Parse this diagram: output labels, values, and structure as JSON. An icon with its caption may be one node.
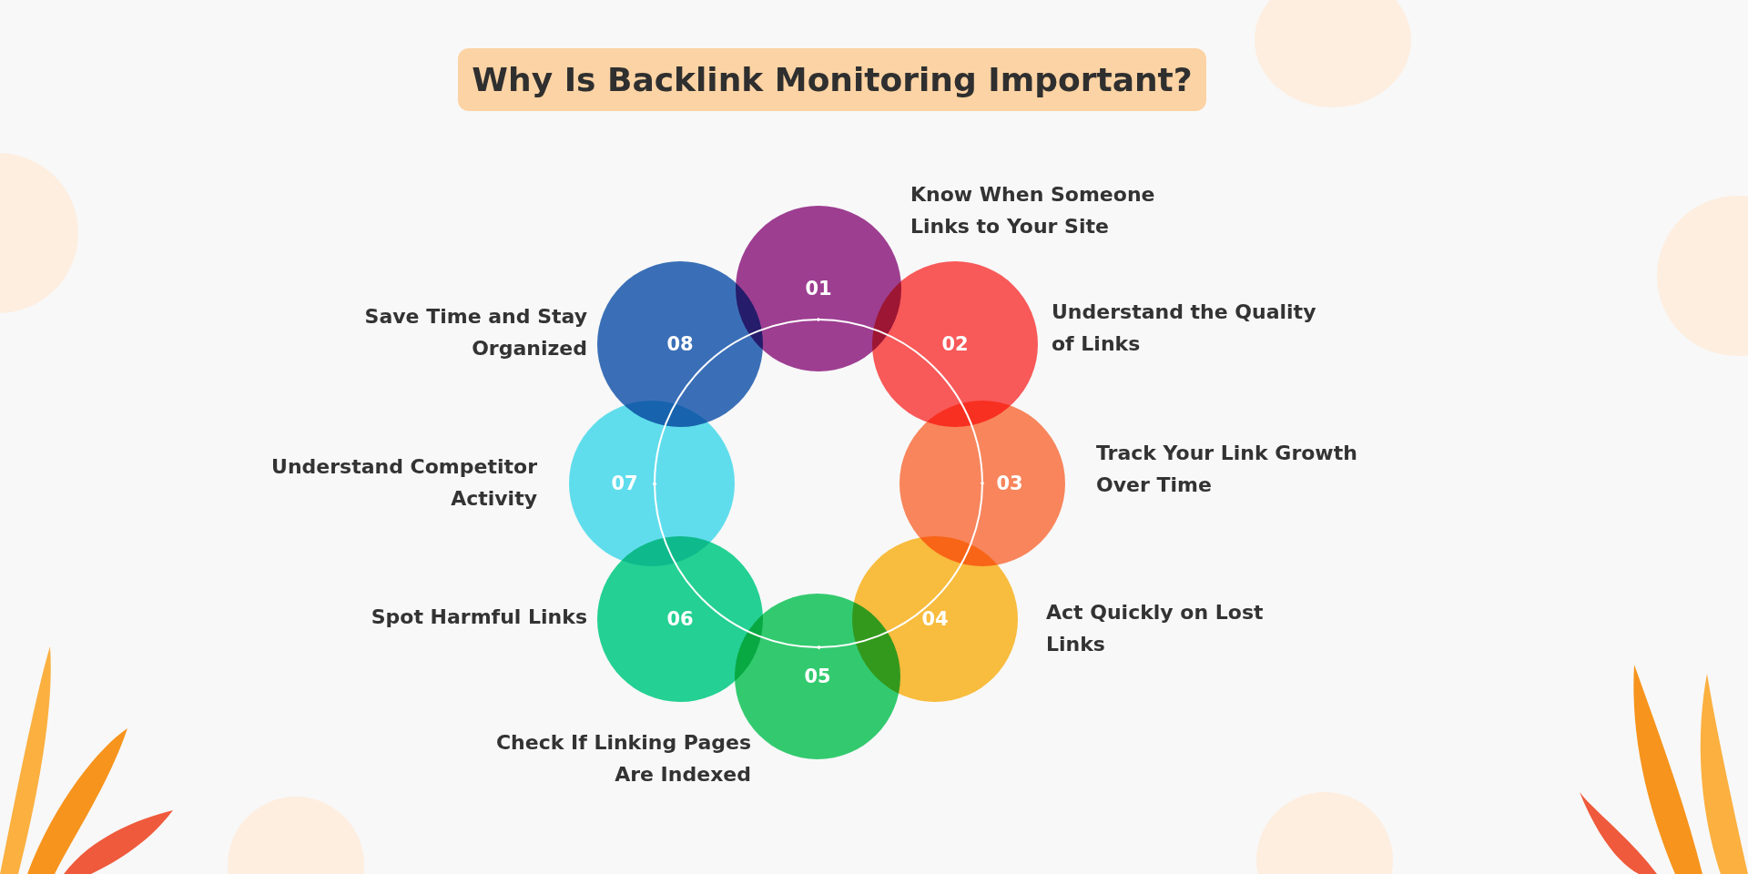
{
  "diagram": {
    "title": "Why Is Backlink Monitoring Important?",
    "nodes": [
      {
        "text": [
          "01"
        ],
        "beside": [
          "Know When Someone Links to Your Site"
        ]
      },
      {
        "text": [
          "02"
        ],
        "beside": [
          "Understand the Quality of Links"
        ]
      },
      {
        "text": [
          "03"
        ],
        "beside": [
          "Track Your Link Growth Over Time"
        ]
      },
      {
        "text": [
          "04"
        ],
        "beside": [
          "Act Quickly on Lost Links"
        ]
      },
      {
        "text": [
          "05"
        ],
        "beside": [
          "Check If Linking Pages Are Indexed"
        ]
      },
      {
        "text": [
          "06"
        ],
        "beside": [
          "Spot Harmful Links"
        ]
      },
      {
        "text": [
          "07"
        ],
        "beside": [
          "Understand Competitor Activity"
        ]
      },
      {
        "text": [
          "08"
        ],
        "beside": [
          "Save Time and Stay Organized"
        ]
      }
    ]
  }
}
